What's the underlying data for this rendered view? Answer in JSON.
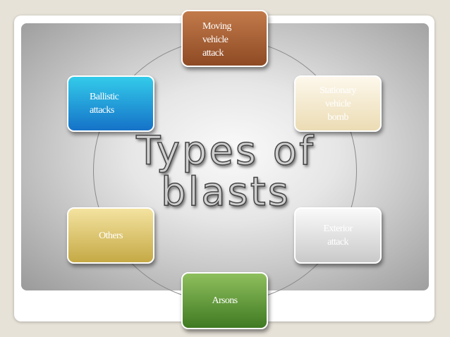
{
  "title_line1": "Types of",
  "title_line2": "blasts",
  "nodes": {
    "moving": "Moving\nvehicle\nattack",
    "stationary": "Stationary\nvehicle\nbomb",
    "exterior": "Exterior\nattack",
    "arsons": "Arsons",
    "others": "Others",
    "ballistic": "Ballistic\nattacks"
  },
  "colors": {
    "moving": "#a9603a",
    "stationary": "#f3e7c6",
    "exterior": "#dedede",
    "arsons": "#5e9a3a",
    "others": "#dcc66f",
    "ballistic": "#1a9fdc"
  }
}
